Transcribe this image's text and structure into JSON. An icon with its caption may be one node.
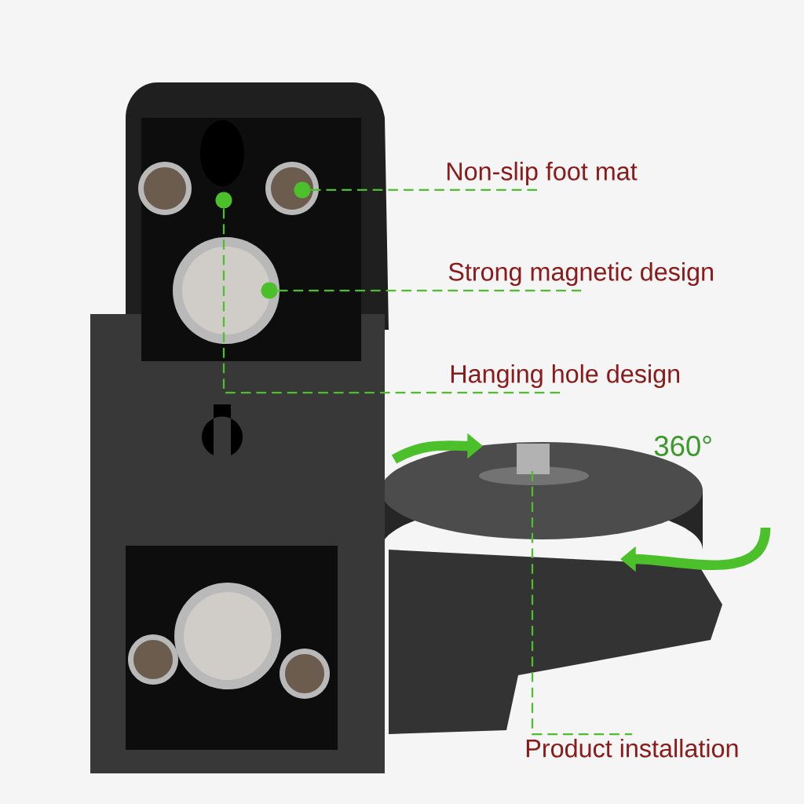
{
  "diagram": {
    "nodes": [
      {
        "text": [
          "Non-slip foot mat"
        ]
      },
      {
        "text": [
          "Strong magnetic design"
        ]
      },
      {
        "text": [
          "Hanging hole design"
        ]
      },
      {
        "text": [
          "Product installation"
        ]
      },
      {
        "text": [],
        "shape": "circle"
      },
      {
        "text": [],
        "shape": "circle"
      },
      {
        "text": [],
        "shape": "circle"
      }
    ],
    "edges": [
      {
        "from": 4,
        "to": 0,
        "arrow": "none",
        "style": "dashed"
      },
      {
        "from": 5,
        "to": 1,
        "arrow": "none",
        "style": "dashed"
      },
      {
        "from": 6,
        "to": 2,
        "arrow": "none",
        "style": "dashed"
      },
      {
        "from": null,
        "to": 3,
        "arrow": "none",
        "style": "dashed"
      }
    ],
    "labels": [
      "360°"
    ]
  }
}
